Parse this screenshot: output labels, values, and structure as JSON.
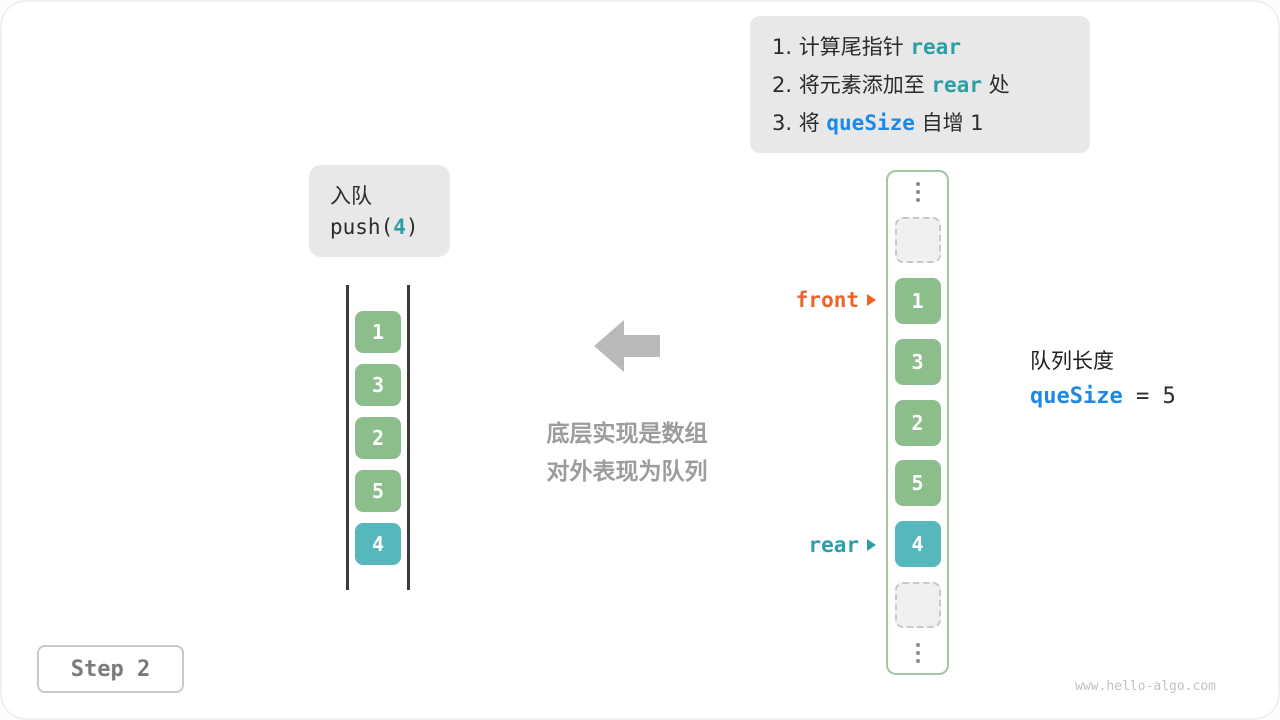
{
  "instructions": [
    {
      "pre": "1. 计算尾指针 ",
      "code": "rear",
      "post": ""
    },
    {
      "pre": "2. 将元素添加至 ",
      "code": "rear",
      "post": " 处"
    },
    {
      "pre": "3. 将 ",
      "code": "queSize",
      "post": " 自增 1"
    }
  ],
  "operation": {
    "title": "入队",
    "call_pre": "push(",
    "call_arg": "4",
    "call_post": ")"
  },
  "left_stack": {
    "cells": [
      "1",
      "3",
      "2",
      "5",
      "4"
    ]
  },
  "center": {
    "line1": "底层实现是数组",
    "line2": "对外表现为队列"
  },
  "array": {
    "front_label": "front",
    "rear_label": "rear",
    "cells": [
      "1",
      "3",
      "2",
      "5",
      "4"
    ]
  },
  "queue_info": {
    "label": "队列长度",
    "var": "queSize",
    "rest": " = 5"
  },
  "step_badge": "Step 2",
  "watermark": "www.hello-algo.com",
  "colors": {
    "green": "#8CBE8C",
    "teal_cell": "#56B8BC",
    "teal_code": "#2E9EA6",
    "blue_code": "#1E88E5",
    "orange": "#EE6328"
  }
}
